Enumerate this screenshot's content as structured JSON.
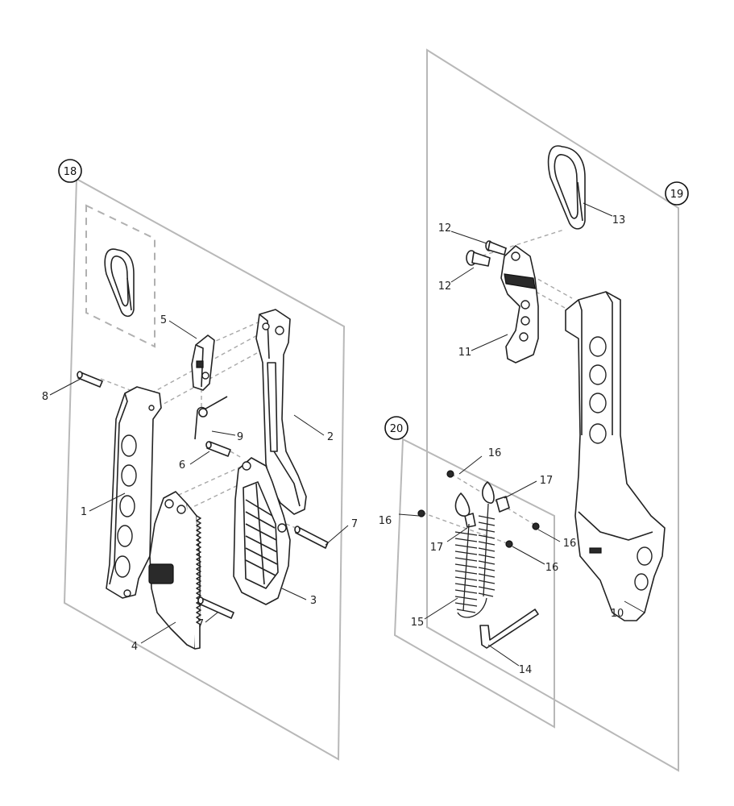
{
  "groups": [
    "18",
    "19",
    "20"
  ],
  "parts": [
    "1",
    "2",
    "3",
    "4",
    "5",
    "6",
    "7",
    "7",
    "8",
    "9",
    "10",
    "11",
    "12",
    "12",
    "13",
    "14",
    "15",
    "16",
    "16",
    "16",
    "16",
    "17",
    "17"
  ]
}
